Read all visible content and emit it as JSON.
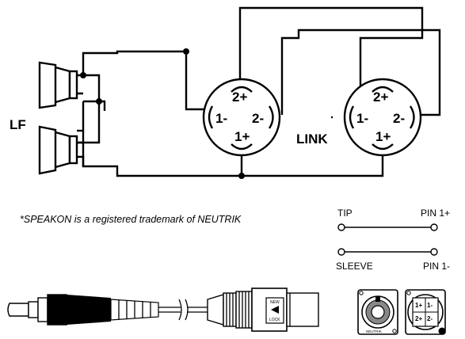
{
  "labels": {
    "lf": "LF",
    "link": "LINK",
    "trademark": "*SPEAKON is a registered trademark of NEUTRIK"
  },
  "connectors": [
    {
      "pins": {
        "top": "2+",
        "left": "1-",
        "right": "2-",
        "bottom": "1+"
      }
    },
    {
      "pins": {
        "top": "2+",
        "left": "1-",
        "right": "2-",
        "bottom": "1+"
      }
    }
  ],
  "legend": {
    "tip": "TIP",
    "sleeve": "SLEEVE",
    "pin_pos": "PIN 1+",
    "pin_neg": "PIN 1-"
  },
  "cable": {
    "plug_text_top": "NEW",
    "plug_text_bottom": "LOCK",
    "panel_jack_brand": "NEUTRIK",
    "panel_jack_pins": [
      "1+",
      "1-",
      "2+",
      "2-"
    ]
  }
}
